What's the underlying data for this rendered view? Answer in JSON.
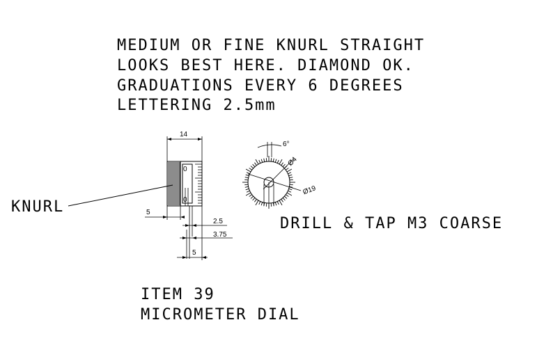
{
  "notes": {
    "line1": "MEDIUM OR FINE KNURL STRAIGHT",
    "line2": "LOOKS BEST HERE. DIAMOND OK.",
    "line3": "GRADUATIONS EVERY 6 DEGREES",
    "line4": "LETTERING 2.5mm"
  },
  "labels": {
    "knurl": "KNURL",
    "drill": "DRILL & TAP M3 COARSE"
  },
  "dimensions": {
    "width": "14",
    "left_step": "5",
    "dim_2_5": "2.5",
    "dim_3_75": "3.75",
    "bottom_5": "5",
    "angle": "6°",
    "dia_4": "Ø4",
    "dia_19": "Ø19"
  },
  "title_block": {
    "item": "ITEM 39",
    "name": "MICROMETER DIAL"
  },
  "graduation_step_degrees": 6
}
